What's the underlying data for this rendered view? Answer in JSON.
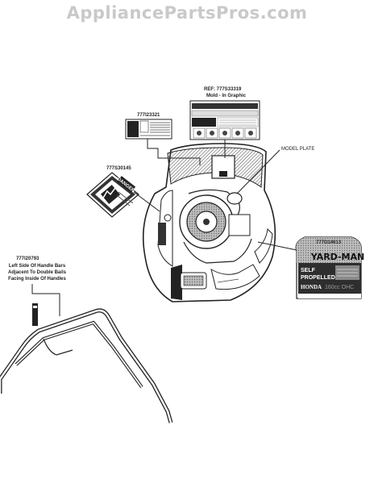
{
  "watermark": "AppliancePartsPros.com",
  "callouts": {
    "ref_part": "REF: 777S33319",
    "ref_note": "Mold - In Graphic",
    "part_777i23321": "777I23321",
    "part_777s30145": "777S30145",
    "model_plate": "MODEL PLATE",
    "part_777d14613": "777D14613",
    "part_777i20793": "777I20793",
    "handle_note": [
      "Left Side Of Handle Bars",
      "Adjacent To Double Bails",
      "Facing Inside Of Handles"
    ]
  },
  "danger_decal": {
    "word": "DANGER"
  },
  "brand_decal": {
    "brand": "YARD-MAN",
    "line1": "SELF",
    "line2": "PROPELLED",
    "engine_make": "HONDA",
    "engine_spec": "160cc OHC"
  }
}
